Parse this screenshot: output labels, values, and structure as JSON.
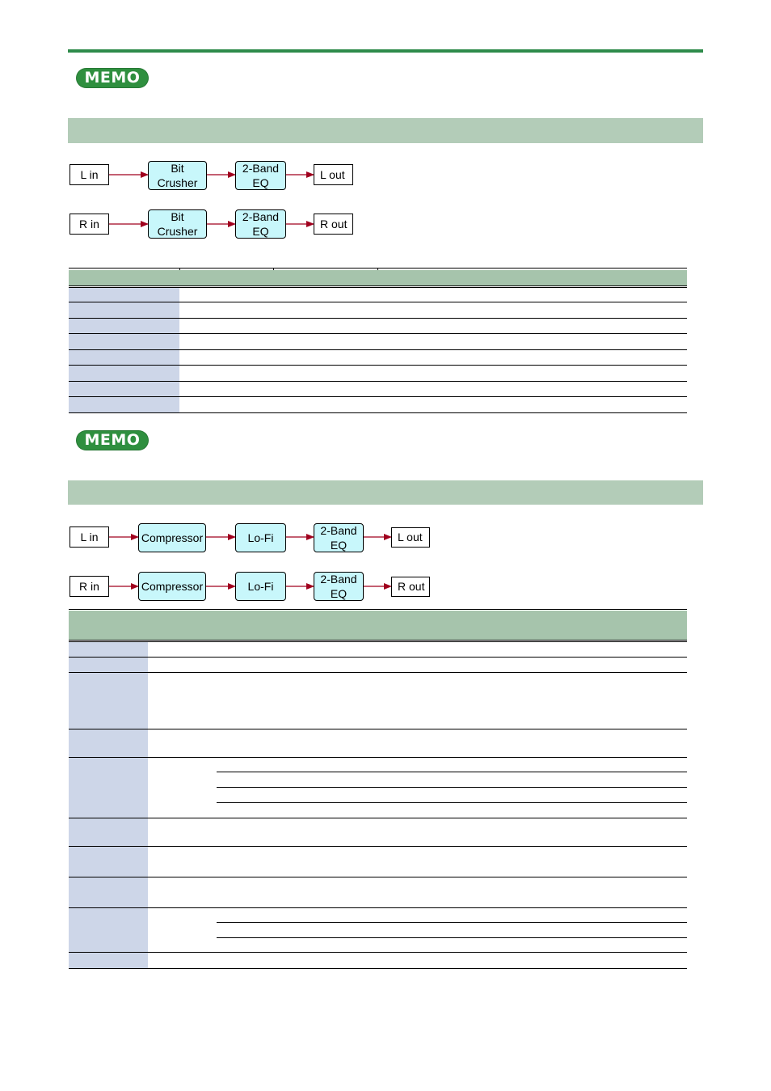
{
  "colors": {
    "accent_green": "#2e8b4a",
    "memo_fill": "#2f8f3f",
    "section_bar": "#b3ccb8",
    "table_header": "#a6c4ac",
    "param_column": "#cdd6e8",
    "effect_block": "#c8f7fb",
    "signal_arrow": "#a0001e"
  },
  "memo": {
    "label": "MEMO"
  },
  "diagram1": {
    "left": {
      "input": "L in",
      "blocks": [
        "Bit\nCrusher",
        "2-Band\nEQ"
      ],
      "output": "L out"
    },
    "right": {
      "input": "R in",
      "blocks": [
        "Bit\nCrusher",
        "2-Band\nEQ"
      ],
      "output": "R out"
    }
  },
  "diagram2": {
    "left": {
      "input": "L in",
      "blocks": [
        "Compressor",
        "Lo-Fi",
        "2-Band\nEQ"
      ],
      "output": "L out"
    },
    "right": {
      "input": "R in",
      "blocks": [
        "Compressor",
        "Lo-Fi",
        "2-Band\nEQ"
      ],
      "output": "R out"
    }
  },
  "icons": {
    "memo_badge": "memo-badge",
    "arrow": "arrow-right-icon"
  }
}
